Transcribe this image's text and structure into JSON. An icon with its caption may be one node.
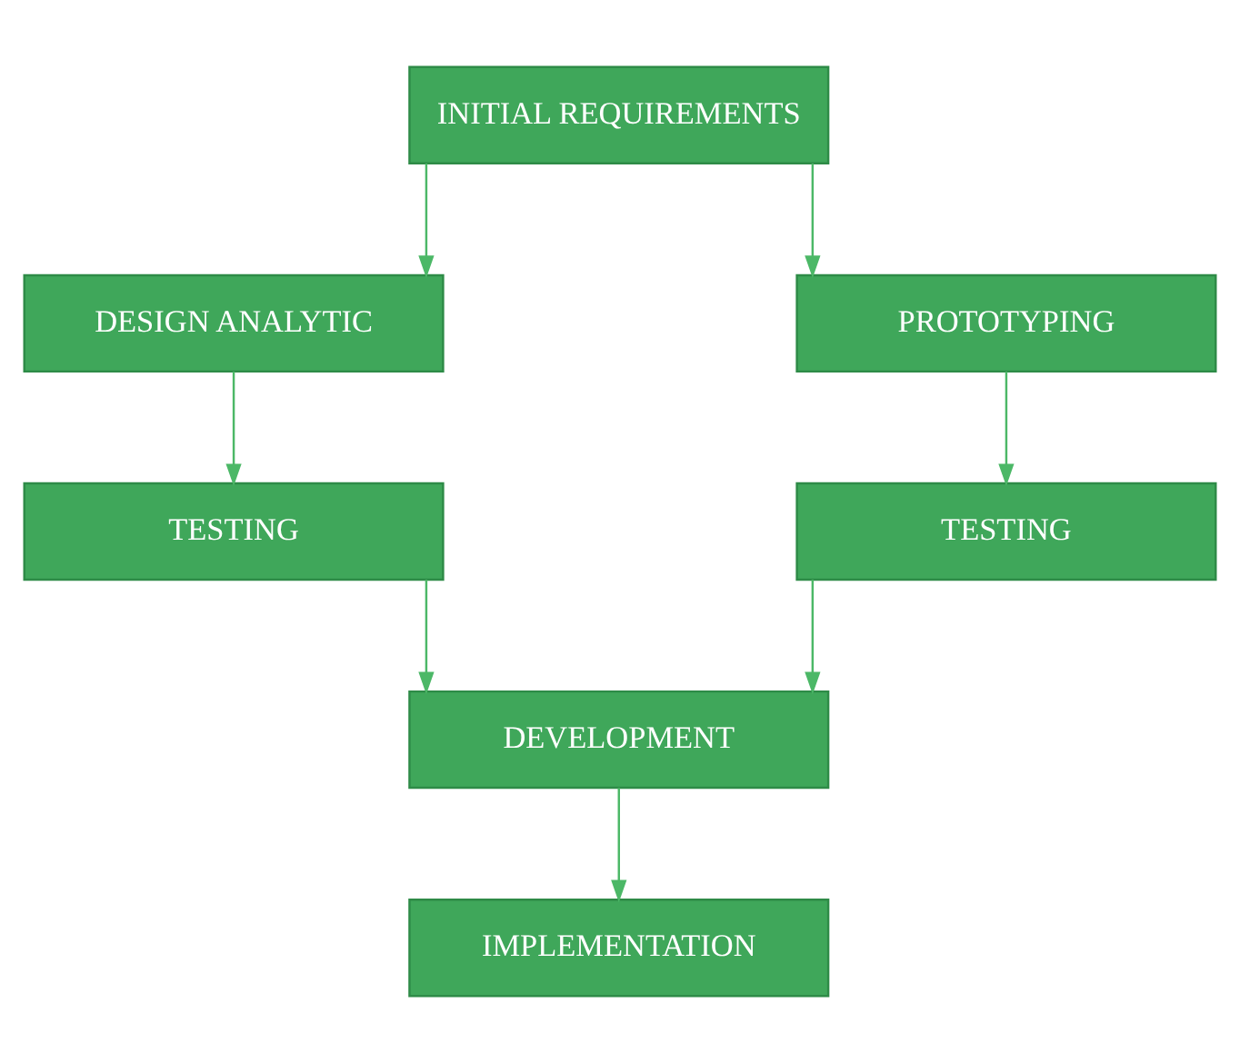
{
  "diagram": {
    "nodes": [
      {
        "text": [
          "INITIAL REQUIREMENTS"
        ]
      },
      {
        "text": [
          "DESIGN ANALYTIC"
        ]
      },
      {
        "text": [
          "PROTOTYPING"
        ]
      },
      {
        "text": [
          "TESTING"
        ]
      },
      {
        "text": [
          "TESTING"
        ]
      },
      {
        "text": [
          "DEVELOPMENT"
        ]
      },
      {
        "text": [
          "IMPLEMENTATION"
        ]
      }
    ],
    "edges": [
      {
        "from": 0,
        "to": 1,
        "arrow": "to"
      },
      {
        "from": 0,
        "to": 2,
        "arrow": "to"
      },
      {
        "from": 1,
        "to": 3,
        "arrow": "to"
      },
      {
        "from": 2,
        "to": 4,
        "arrow": "to"
      },
      {
        "from": 3,
        "to": 5,
        "arrow": "to"
      },
      {
        "from": 4,
        "to": 5,
        "arrow": "to"
      },
      {
        "from": 5,
        "to": 6,
        "arrow": "to"
      }
    ]
  }
}
